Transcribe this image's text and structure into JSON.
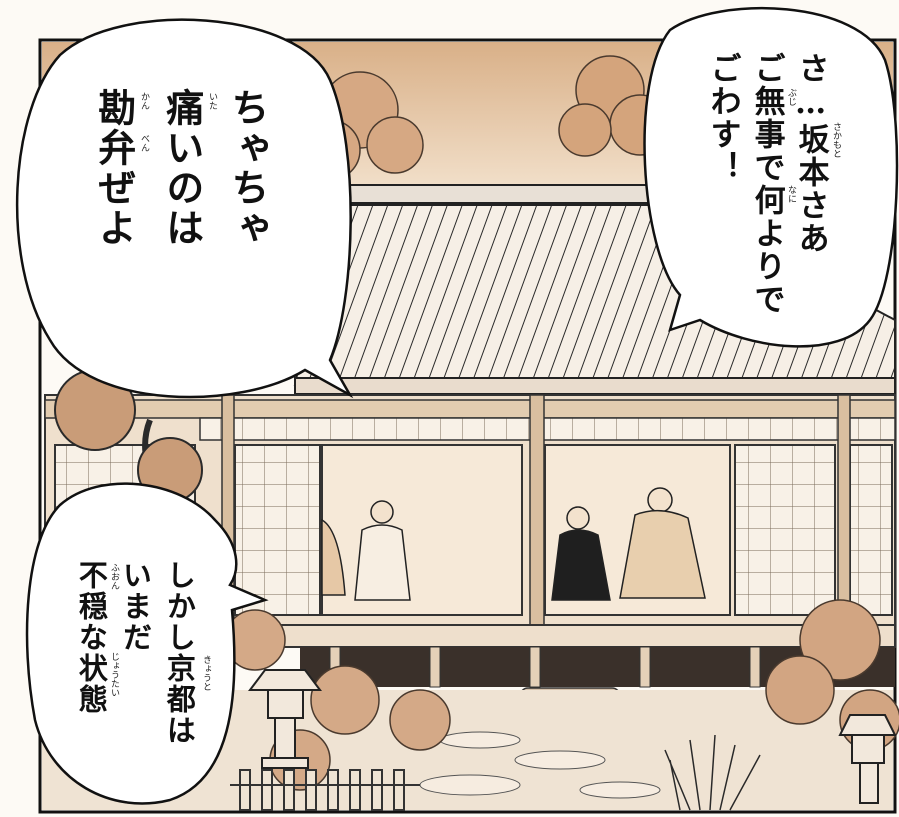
{
  "bubbles": {
    "top_right": {
      "lines": [
        "さ…坂本さあ",
        "ご無事で何よりで",
        "ごわす！"
      ]
    },
    "left": {
      "lines": [
        "ちゃちゃ",
        "痛いのは",
        "勘弁ぜよ"
      ]
    },
    "bottom_left": {
      "lines": [
        "しかし京都は",
        "いまだ",
        "不穏な状態"
      ]
    }
  },
  "furigana": {
    "sakamoto": "さかもと",
    "buji": "ぶじ",
    "nani": "なに",
    "itai": "いた",
    "kan": "かん",
    "ben": "べん",
    "kyouto": "きょうと",
    "fuon": "ふおん",
    "joutai": "じょうたい"
  },
  "colors": {
    "sky": "#e7c9a8",
    "wood": "#e9d2b6",
    "ink": "#1a1a1a"
  }
}
